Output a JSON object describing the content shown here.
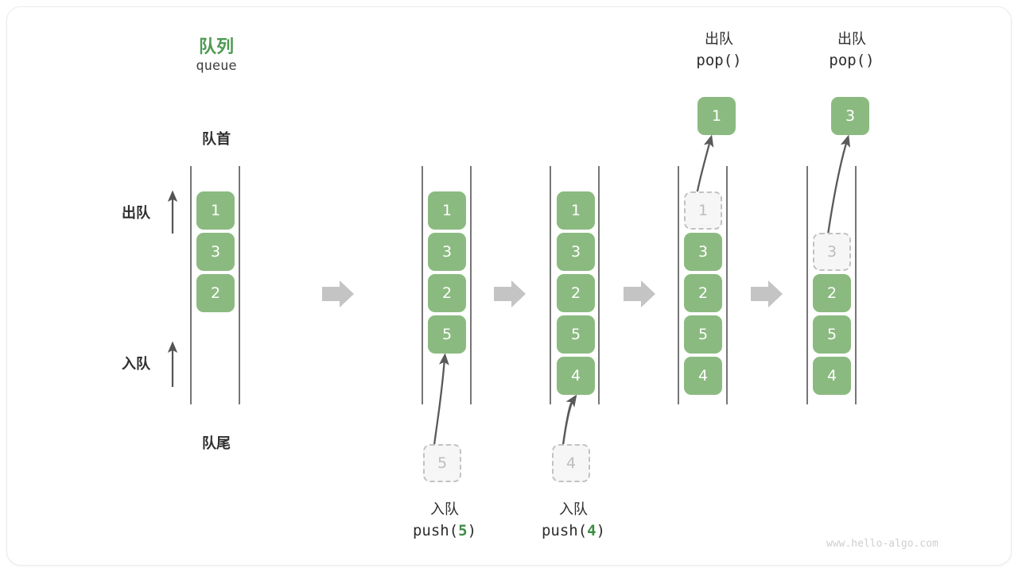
{
  "title": {
    "cn": "队列",
    "en": "queue"
  },
  "labels": {
    "front": "队首",
    "rear": "队尾",
    "dequeue_side": "出队",
    "enqueue_side": "入队"
  },
  "watermark": "www.hello-algo.com",
  "colors": {
    "node_fill": "#8bba80",
    "node_text": "#ffffff",
    "ghost_fill": "#f6f6f6",
    "ghost_border": "#c2c2c2",
    "ghost_text": "#bdbdbd",
    "accent_green": "#4e9a51",
    "arg_green": "#3f8c46",
    "rail": "#545454",
    "step_arrow": "#c4c4c4",
    "motion_arrow": "#5a5a5a",
    "card_border": "#ebebeb"
  },
  "panels": [
    {
      "id": "initial",
      "nodes": [
        "1",
        "3",
        "2"
      ],
      "ghost": null,
      "floating": null,
      "operation": null
    },
    {
      "id": "push-5",
      "nodes": [
        "1",
        "3",
        "2",
        "5"
      ],
      "ghost": null,
      "floating": null,
      "operation": {
        "cn": "入队",
        "code_prefix": "push(",
        "arg": "5",
        "code_suffix": ")",
        "incoming_value": "5"
      }
    },
    {
      "id": "push-4",
      "nodes": [
        "1",
        "3",
        "2",
        "5",
        "4"
      ],
      "ghost": null,
      "floating": null,
      "operation": {
        "cn": "入队",
        "code_prefix": "push(",
        "arg": "4",
        "code_suffix": ")",
        "incoming_value": "4"
      }
    },
    {
      "id": "pop-1",
      "nodes": [
        "3",
        "2",
        "5",
        "4"
      ],
      "ghost": "1",
      "ghost_slot": 0,
      "floating": "1",
      "operation": {
        "cn": "出队",
        "code_prefix": "pop(",
        "arg": "",
        "code_suffix": ")"
      }
    },
    {
      "id": "pop-3",
      "nodes": [
        "2",
        "5",
        "4"
      ],
      "ghost": "3",
      "ghost_slot": 1,
      "floating": "3",
      "operation": {
        "cn": "出队",
        "code_prefix": "pop(",
        "arg": "",
        "code_suffix": ")"
      }
    }
  ],
  "step_arrows": 4
}
